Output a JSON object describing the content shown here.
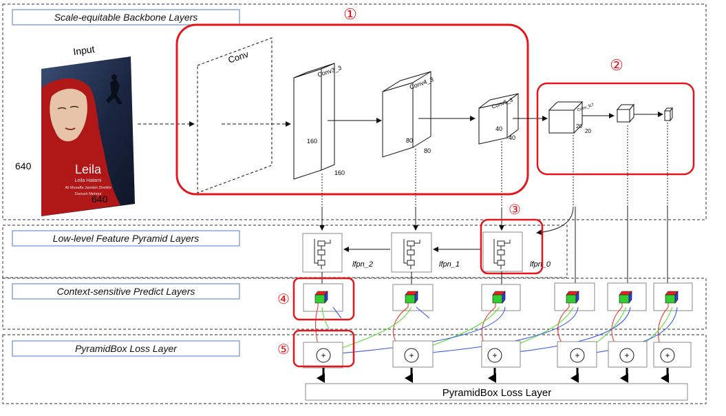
{
  "sections": {
    "backbone": "Scale-equitable Backbone Layers",
    "lfpn": "Low-level Feature Pyramid Layers",
    "predict": "Context-sensitive Predict Layers",
    "loss": "PyramidBox Loss Layer"
  },
  "markers": {
    "m1": "①",
    "m2": "②",
    "m3": "③",
    "m4": "④",
    "m5": "⑤"
  },
  "input": {
    "label": "Input",
    "size_left": "640",
    "size_bottom": "640",
    "poster_title": "Leila",
    "poster_line1": "Leila Hatami",
    "poster_line2": "Ali Mosaffa   Jamileh Sheikhi",
    "poster_line3": "Dariush Mehrjui"
  },
  "conv_blocks": {
    "conv": "Conv",
    "conv3": "Conv3_3",
    "conv3_dim_a": "160",
    "conv3_dim_b": "160",
    "conv4": "Conv4_3",
    "conv4_dim_a": "80",
    "conv4_dim_b": "80",
    "conv5": "Conv5_3",
    "conv5_dim_a": "40",
    "conv5_dim_b": "40",
    "fc7": "Conv_fc7",
    "fc7_dim_a": "20",
    "fc7_dim_b": "20"
  },
  "lfpn_labels": {
    "l2": "lfpn_2",
    "l1": "lfpn_1",
    "l0": "lfpn_0"
  },
  "plus_symbol": "+",
  "loss_bar": "PyramidBox Loss Layer",
  "colors": {
    "highlight": "#e8141c",
    "section_border": "#6a8ed6",
    "cube_front": "#33cc33",
    "cube_side": "#2a3fd6",
    "cube_top": "#e52222",
    "arrow_red": "#e53a2a",
    "arrow_green": "#55dd33",
    "arrow_blue": "#3355ee",
    "poster_red": "#b01818",
    "poster_dark": "#20304e"
  }
}
